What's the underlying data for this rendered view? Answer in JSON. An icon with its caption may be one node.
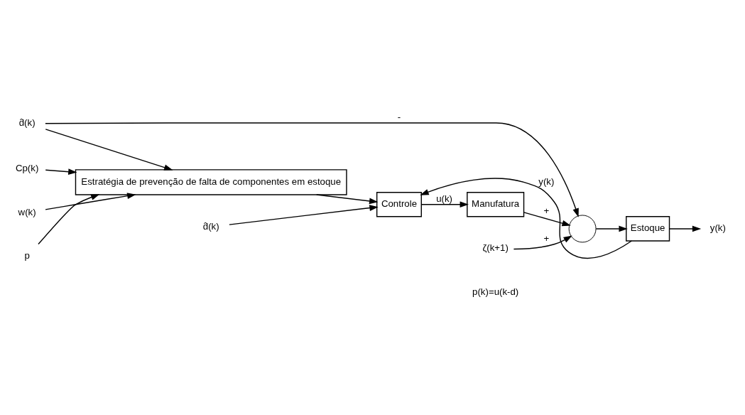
{
  "diagram": {
    "nodes": [
      {
        "text": [
          "Estratégia de prevenção de falta de componentes em estoque"
        ]
      },
      {
        "text": [
          "Cp(k)"
        ]
      },
      {
        "text": [
          "w(k)"
        ]
      },
      {
        "text": [
          "p"
        ]
      },
      {
        "text": [
          "d̂(k)"
        ]
      },
      {
        "text": [
          "d̂(k)"
        ]
      },
      {
        "text": [
          "Controle"
        ]
      },
      {
        "text": [
          "Manufatura"
        ]
      },
      {
        "text": [],
        "shape": "circle"
      },
      {
        "text": [
          "Estoque"
        ]
      },
      {
        "text": [
          "y(k)"
        ]
      },
      {
        "text": [
          "ζ(k+1)"
        ]
      }
    ],
    "edges": [
      {
        "from": 1,
        "to": 0,
        "arrow": "to"
      },
      {
        "from": 2,
        "to": 0,
        "arrow": "to"
      },
      {
        "from": 3,
        "to": 0,
        "arrow": "to"
      },
      {
        "from": 4,
        "to": 0,
        "arrow": "to"
      },
      {
        "from": 4,
        "to": 8,
        "arrow": "to",
        "label": "-"
      },
      {
        "from": 0,
        "to": 6,
        "arrow": "to"
      },
      {
        "from": 5,
        "to": 6,
        "arrow": "to"
      },
      {
        "from": 9,
        "to": 6,
        "arrow": "to",
        "label": "y(k)"
      },
      {
        "from": 6,
        "to": 7,
        "arrow": "to",
        "label": "u(k)"
      },
      {
        "from": 7,
        "to": 8,
        "arrow": "to",
        "label": "+"
      },
      {
        "from": 11,
        "to": 8,
        "arrow": "to",
        "label": "+"
      },
      {
        "from": 8,
        "to": 9,
        "arrow": "to"
      },
      {
        "from": 9,
        "to": 10,
        "arrow": "to"
      }
    ],
    "labels": [
      "p(k)=u(k-d)"
    ]
  }
}
